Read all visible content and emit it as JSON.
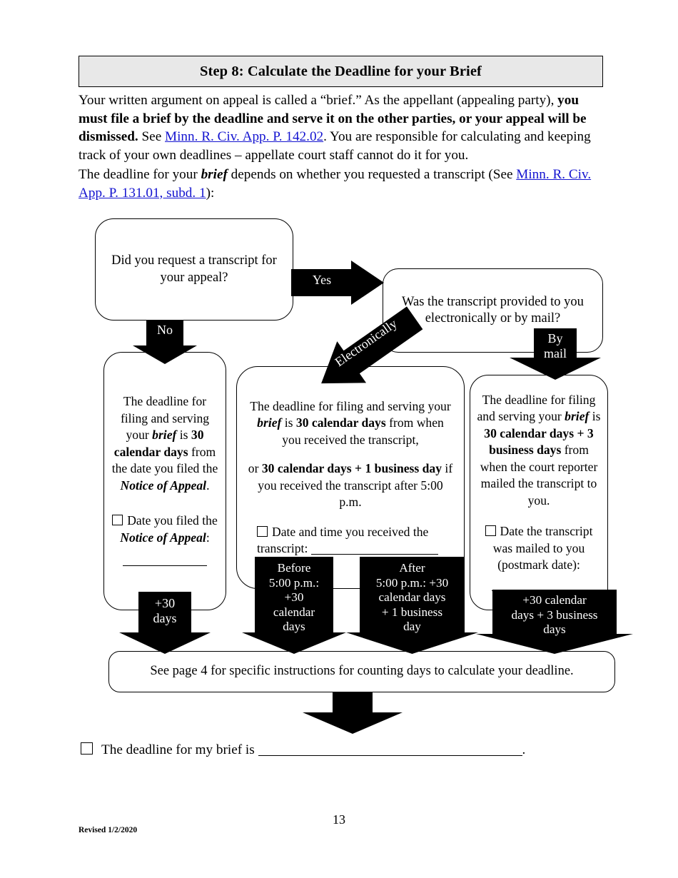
{
  "banner": {
    "title": "Step 8: Calculate the Deadline for your Brief"
  },
  "paragraphs": {
    "p1_a": "Your written argument on appeal is called a “brief.” As the appellant (appealing party), ",
    "p1_bold": "you must file a brief by the deadline and serve it on the other parties, or your appeal will be dismissed.",
    "p1_b": " See ",
    "p1_link": "Minn. R. Civ. App. P. 142.02",
    "p1_c": ".  You are responsible for calculating and keeping track of your own deadlines – appellate court staff cannot do it for you.",
    "p2_a": "The deadline for your ",
    "p2_bi": "brief",
    "p2_b": " depends on whether you requested a transcript (See ",
    "p2_link": "Minn. R. Civ. App. P. 131.01, subd. 1",
    "p2_c": "):"
  },
  "flow": {
    "q1": "Did you request a transcript for your appeal?",
    "q2": "Was the transcript provided to you electronically or by mail?",
    "label_yes": "Yes",
    "label_no": "No",
    "label_electronically": "Electronically",
    "label_by_mail": "By\nmail",
    "no_branch": {
      "l1": "The deadline for filing and serving your ",
      "bi1": "brief",
      "l2": " is ",
      "bd1": "30 calendar days",
      "l3": " from the date you filed the ",
      "bi2": "Notice of Appeal",
      "l4": ".",
      "check_l1": "Date you filed the ",
      "check_bi": "Notice of Appeal",
      "check_l2": ":"
    },
    "elec_branch": {
      "l1": "The deadline for filing and serving your ",
      "bi1": "brief",
      "l2": " is ",
      "bd1": "30 calendar days",
      "l3": " from when you received the transcript,",
      "l4": "or ",
      "bd2": "30 calendar days + 1 business day",
      "l5": " if you received the transcript after 5:00 p.m.",
      "check_l1": "Date and time you received the transcript: "
    },
    "mail_branch": {
      "l1": "The deadline for filing and serving your ",
      "bi1": "brief",
      "l2": " is ",
      "bd1": "30 calendar days + 3 business days",
      "l3": " from when the court reporter mailed the transcript to you.",
      "check_l1": "Date the transcript was mailed to you (postmark date):"
    },
    "arrow_plus30": "+30\ndays",
    "arrow_before": "Before\n5:00 p.m.:\n+30\ncalendar\ndays",
    "arrow_after": "After\n5:00 p.m.: +30\ncalendar days\n+ 1 business\nday",
    "arrow_mail": "+30 calendar\ndays + 3 business\ndays",
    "see_page": "See page 4 for specific instructions for counting days to calculate your deadline."
  },
  "final": {
    "text": "The deadline for my brief is ",
    "period": "."
  },
  "footer": {
    "page_number": "13",
    "revised": "Revised 1/2/2020"
  },
  "colors": {
    "banner_bg": "#e8e8e8",
    "link": "#1414d0",
    "arrow_fill": "#000000"
  }
}
